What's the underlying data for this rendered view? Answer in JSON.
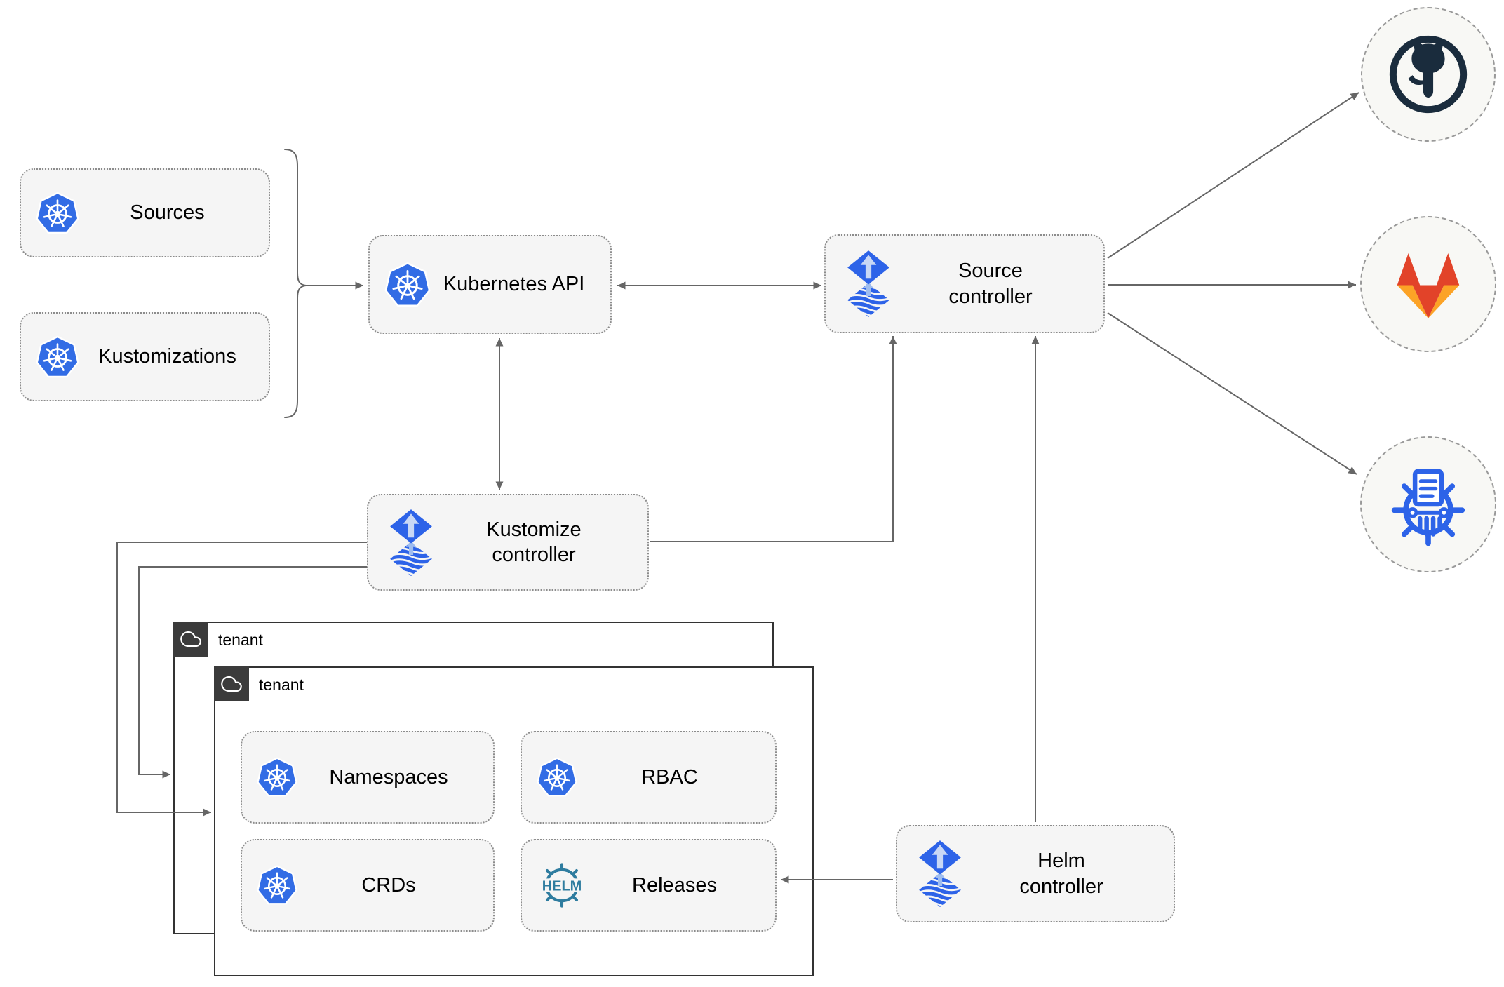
{
  "nodes": {
    "sources": "Sources",
    "kustomizations": "Kustomizations",
    "kubernetes_api": "Kubernetes API",
    "source_controller": "Source\ncontroller",
    "kustomize_controller": "Kustomize\ncontroller",
    "helm_controller": "Helm\ncontroller",
    "namespaces": "Namespaces",
    "rbac": "RBAC",
    "crds": "CRDs",
    "releases": "Releases"
  },
  "tenants": {
    "back_label": "tenant",
    "front_label": "tenant"
  },
  "logos": {
    "helm_text": "HELM"
  },
  "icons": {
    "sources": "kubernetes-icon",
    "kustomizations": "kubernetes-icon",
    "kubernetes_api": "kubernetes-icon",
    "source_controller": "flux-icon",
    "kustomize_controller": "flux-icon",
    "helm_controller": "flux-icon",
    "namespaces": "kubernetes-icon",
    "rbac": "kubernetes-icon",
    "crds": "kubernetes-icon",
    "releases": "helm-icon",
    "tenant_badge": "cloud-icon",
    "endpoints": [
      "github-icon",
      "gitlab-icon",
      "kustomize-icon"
    ]
  },
  "colors": {
    "kubernetes_blue": "#326CE5",
    "flux_blue": "#2D63E8",
    "flux_arrow_light": "#C9D8F5",
    "helm_teal": "#2E7C9F",
    "github_dark": "#1A2C3D",
    "gitlab_orange": "#E24329",
    "gitlab_amber": "#FCA326",
    "connector_gray": "#666666",
    "node_fill": "#F5F5F5",
    "node_border": "#8C8C8C",
    "tenant_border": "#333333",
    "tenant_badge_bg": "#3B3B3B",
    "endpoint_fill": "#F8F8F5"
  }
}
